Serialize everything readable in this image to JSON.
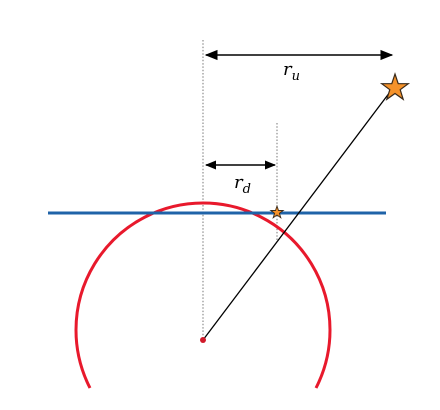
{
  "labels": {
    "r_u_main": "r",
    "r_u_sub": "u",
    "r_d_main": "r",
    "r_d_sub": "d"
  },
  "colors": {
    "background": "#ffffff",
    "horizon_line": "#1f63a8",
    "circle": "#e8192c",
    "center_point": "#d11a2a",
    "star_fill": "#f5922a",
    "star_stroke": "#3a2a1a",
    "guide_line": "#555555",
    "line": "#000000"
  },
  "icons": {
    "star_large": "star-icon",
    "star_small": "star-icon"
  }
}
